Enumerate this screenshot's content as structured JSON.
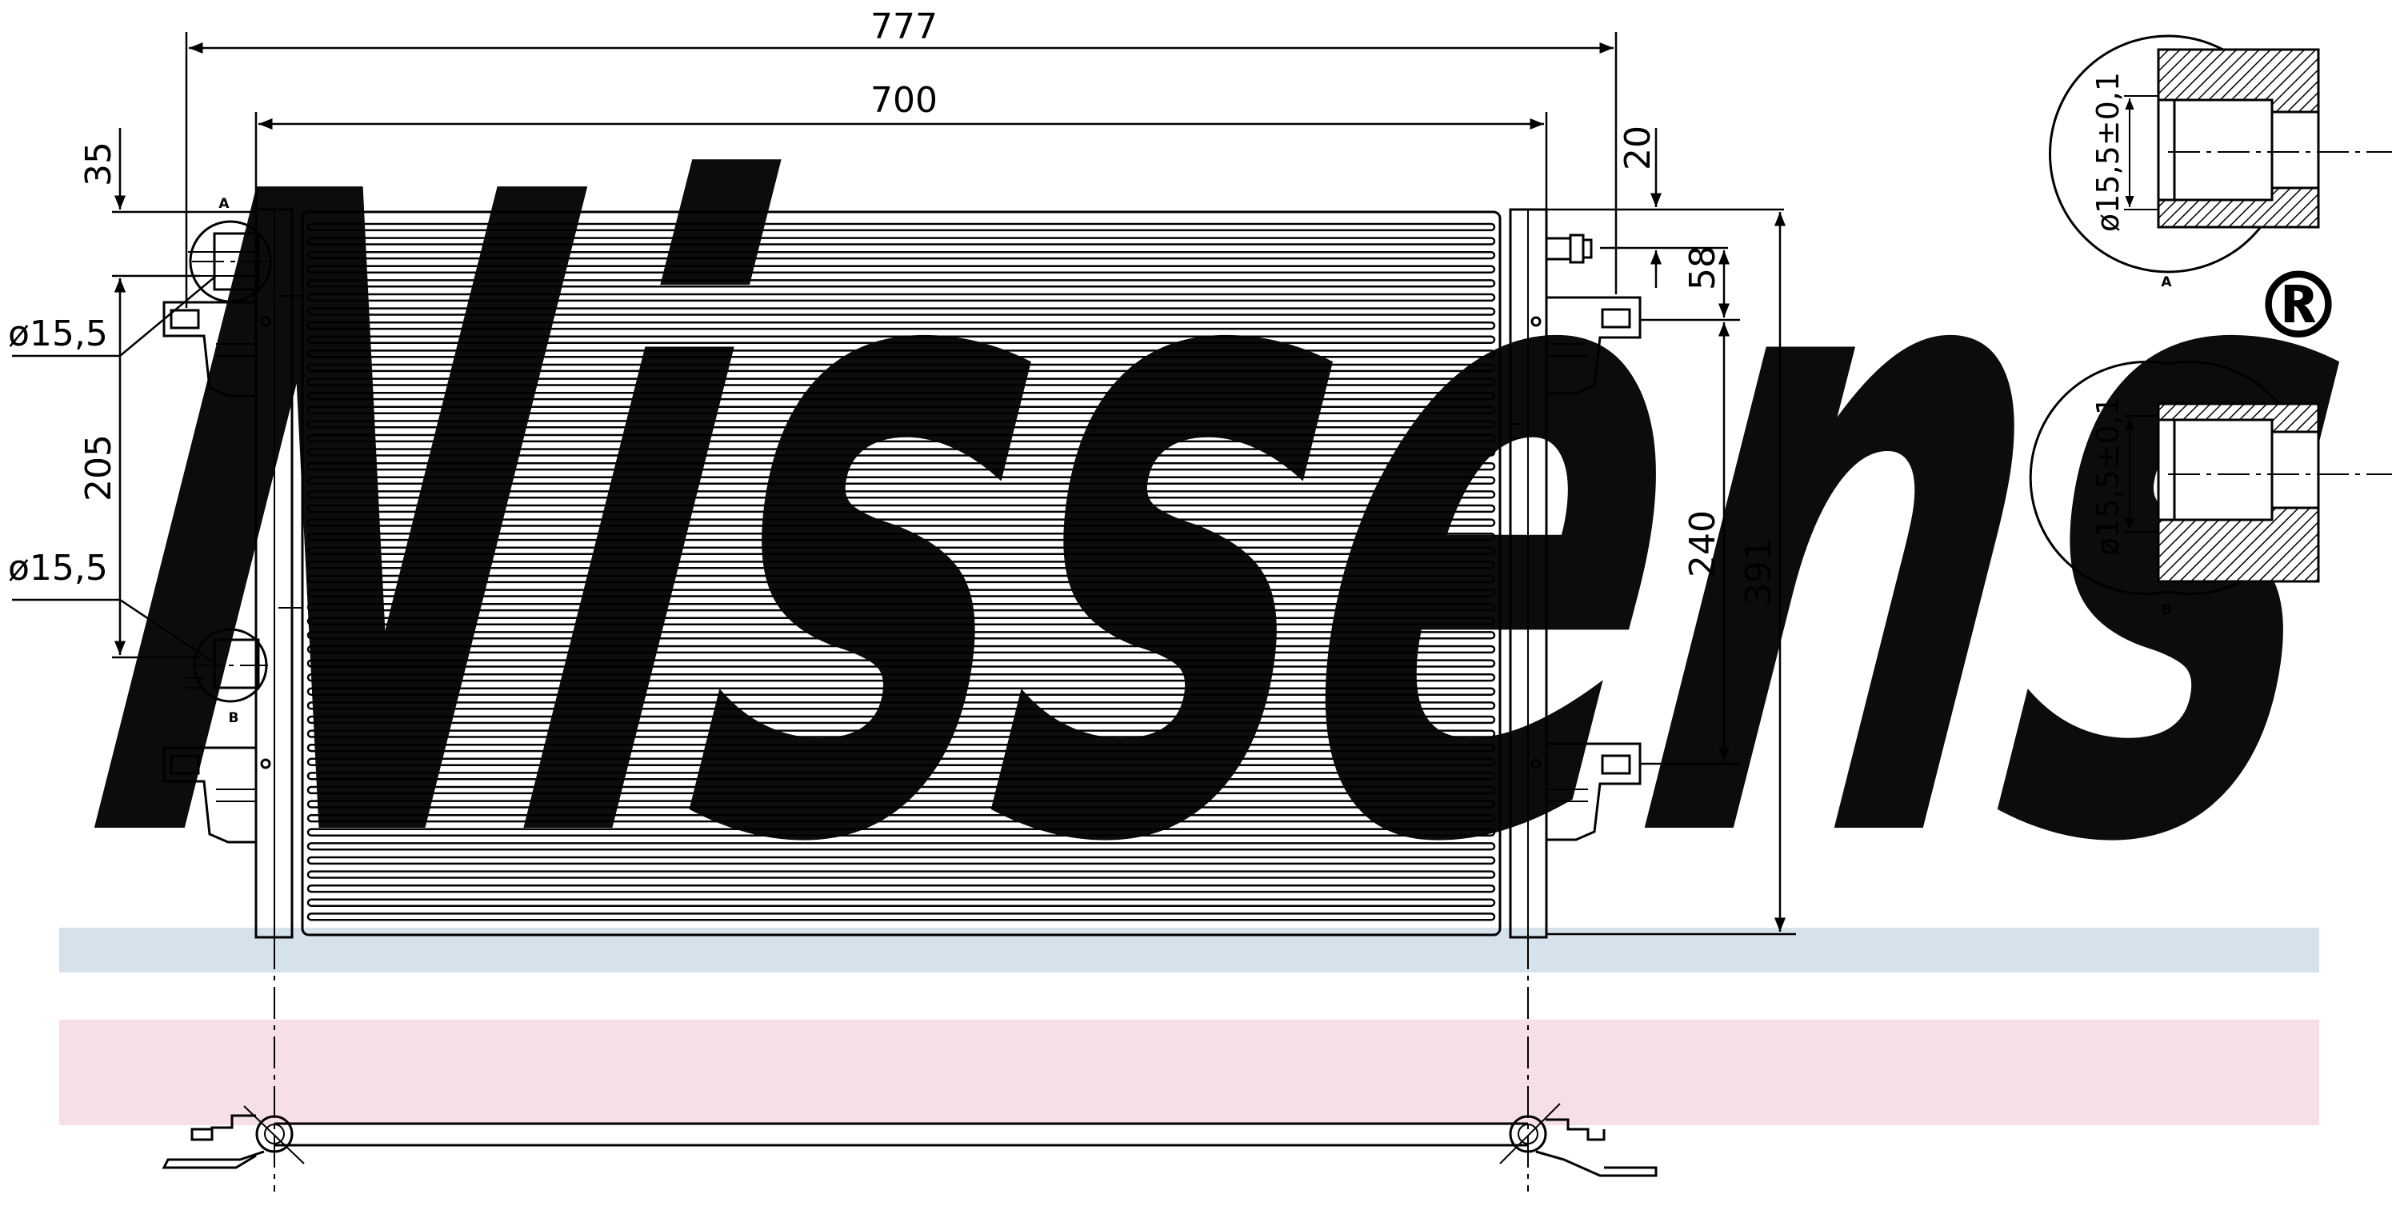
{
  "colors": {
    "line": "#000000",
    "watermark": "#dbe5ee",
    "band_blue": "#d5e1eb",
    "band_red": "#f6dfe5",
    "hatch": "#000000"
  },
  "watermark": {
    "brand": "Nissens",
    "registered": "®"
  },
  "dimensions": {
    "overall_width": "777",
    "core_width": "700",
    "top_offset_left": "35",
    "top_offset_right": "20",
    "port_spacing_right": "58",
    "port_spacing_left": "205",
    "mount_spacing": "240",
    "overall_height": "391",
    "pipe_dia_upper": "ø15,5",
    "pipe_dia_lower": "ø15,5"
  },
  "details": {
    "detail_a_label": "A",
    "detail_b_label": "B",
    "detail_a_dia": "ø15,5±0,1",
    "detail_b_dia": "ø15,5±0,1",
    "callout_a": "A",
    "callout_b": "B"
  }
}
